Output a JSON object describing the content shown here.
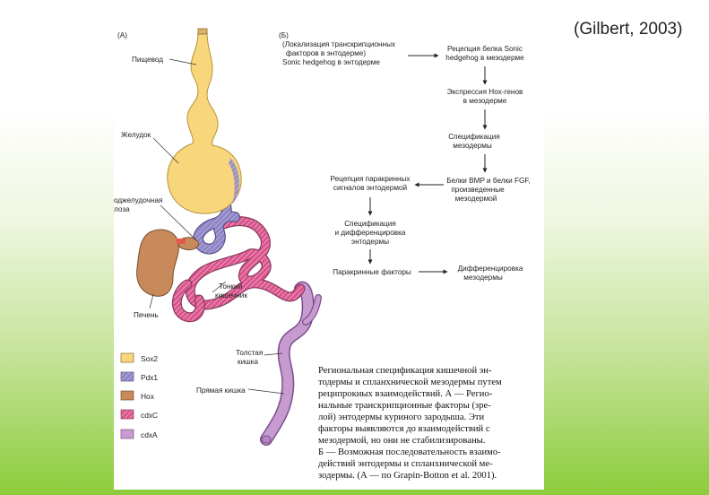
{
  "citation": "(Gilbert, 2003)",
  "panel_a": {
    "letter": "(A)",
    "labels": {
      "esophagus": "Пищевод",
      "stomach": "Желудок",
      "pancreas_1": "оджелудочная",
      "pancreas_2": "лоза",
      "liver": "Печень",
      "small_intestine_1": "Тонкий",
      "small_intestine_2": "кишечник",
      "large_intestine_1": "Толстая",
      "large_intestine_2": "кишка",
      "rectum": "Прямая кишка"
    },
    "legend": [
      {
        "label": "Sox2",
        "color": "#f8d67c"
      },
      {
        "label": "Pdx1",
        "color": "#8d85c4"
      },
      {
        "label": "Hox",
        "color": "#c88a5a"
      },
      {
        "label": "cdxC",
        "color": "#d9548c"
      },
      {
        "label": "cdxA",
        "color": "#c59bd0"
      }
    ]
  },
  "panel_b": {
    "letter": "(Б)",
    "start": [
      "(Локализация транскрипционных",
      "факторов в энтодерме)",
      "Sonic hedgehog в энтодерме"
    ],
    "node1": [
      "Рецепция белка Sonic",
      "hedgehog в мезодерме"
    ],
    "node2": [
      "Экспрессия Hox-генов",
      "в мезодерме"
    ],
    "node3": [
      "Спецификация",
      "мезодермы"
    ],
    "node4": [
      "Белки BMP и белки FGF,",
      "произведенные",
      "мезодермой"
    ],
    "node5": [
      "Рецепция паракринных",
      "сигналов энтодермой"
    ],
    "node6": [
      "Спецификация",
      "и дифференцировка",
      "энтодермы"
    ],
    "node7": [
      "Паракринные факторы"
    ],
    "node8": [
      "Дифференцировка",
      "мезодермы"
    ]
  },
  "caption": [
    "Региональная спецификация кишечной эн-",
    "тодермы и спланхнической мезодермы путем",
    "реципрокных взаимодействий. А — Регио-",
    "нальные транскрипционные факторы (зре-",
    "лой) энтодермы куриного зародыша. Эти",
    "факторы выявляются до взаимодействий с",
    "мезодермой, но они не стабилизированы.",
    "Б — Возможная последовательность взаимо-",
    "действий энтодермы и спланхнической ме-",
    "зодермы. (А — по Grapin-Botton et al. 2001)."
  ]
}
